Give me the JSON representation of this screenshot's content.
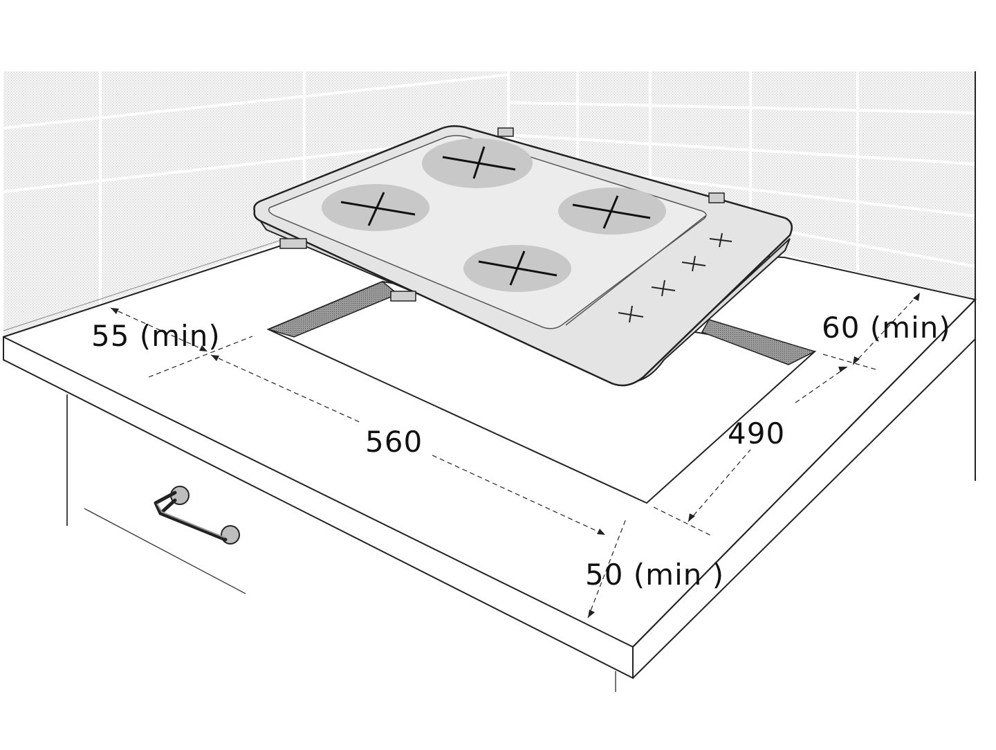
{
  "dimensions": {
    "left_clearance": "55 (min)",
    "back_clearance": "60 (min)",
    "cutout_width": "560",
    "cutout_depth": "490",
    "front_clearance": "50 (min )"
  },
  "burner_count": 4,
  "control_knob_count": 4
}
